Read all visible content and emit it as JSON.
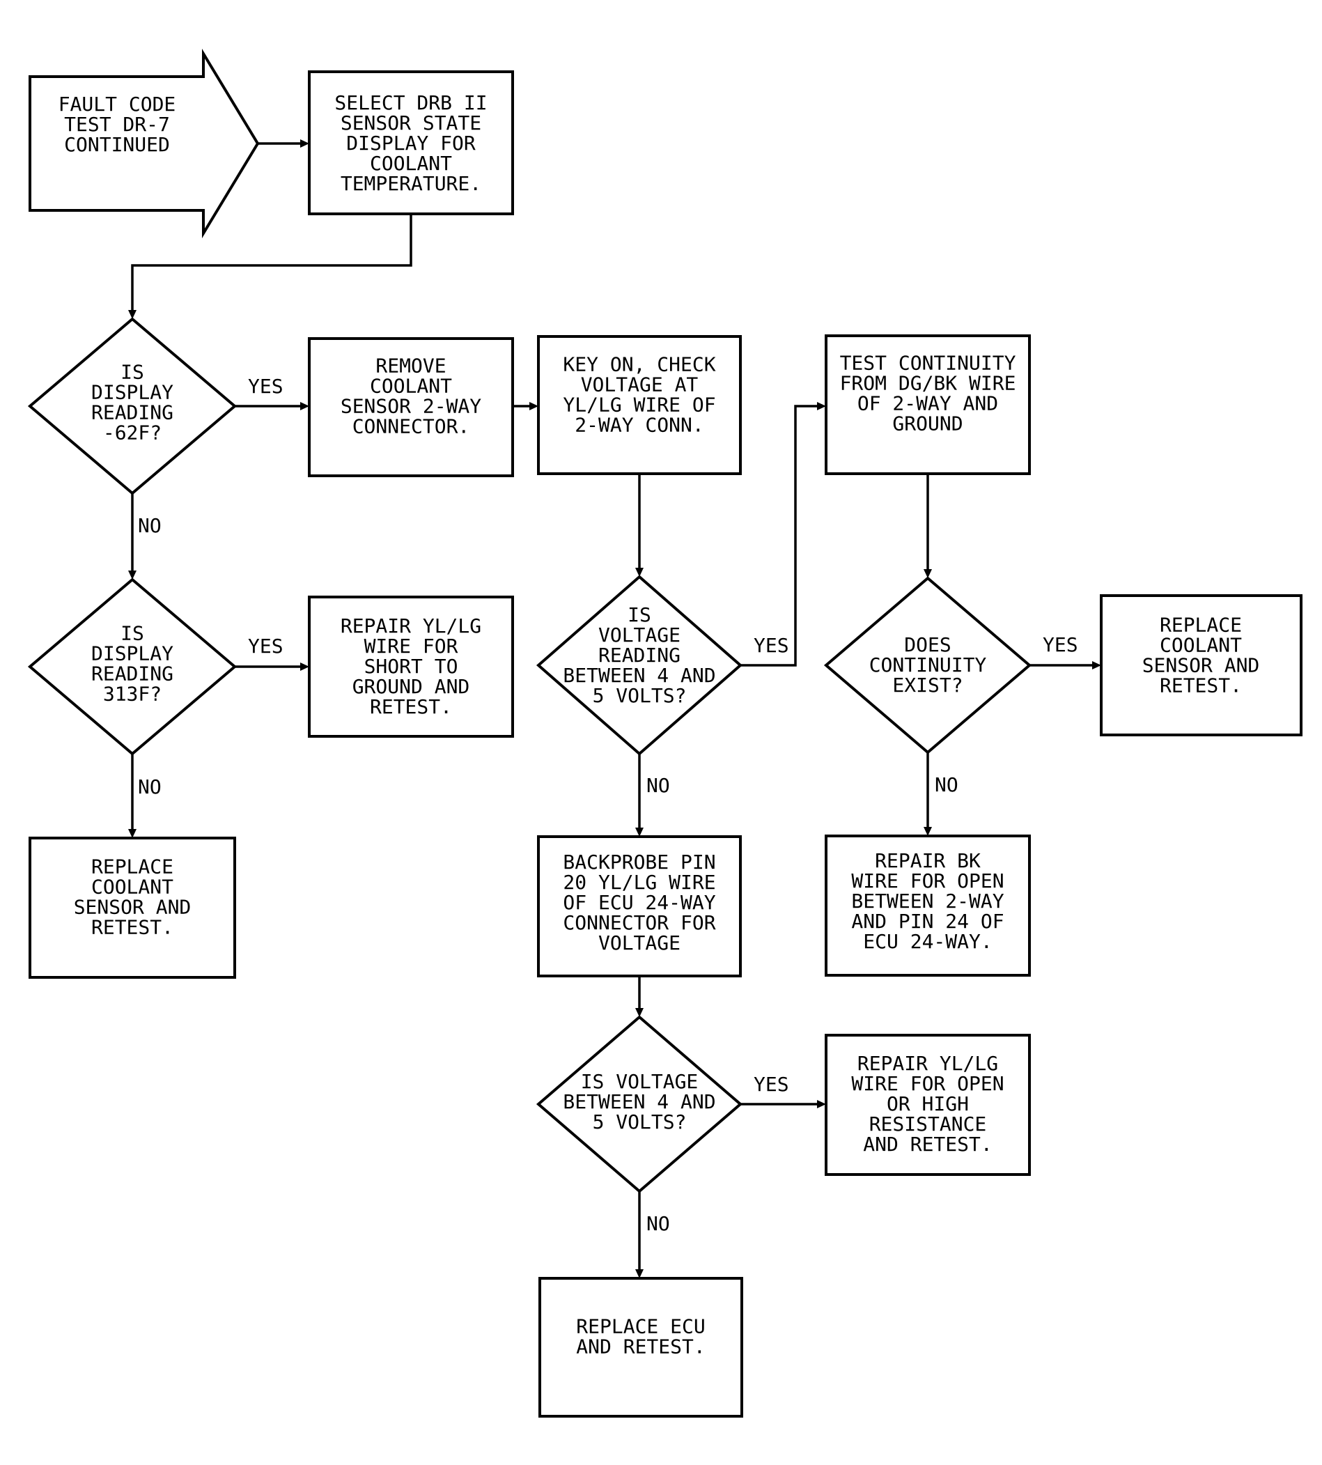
{
  "nodes": {
    "start": {
      "lines": [
        "FAULT CODE",
        "TEST DR-7",
        "CONTINUED"
      ]
    },
    "select_drb": {
      "lines": [
        "SELECT DRB II",
        "SENSOR STATE",
        "DISPLAY FOR",
        "COOLANT",
        "TEMPERATURE."
      ]
    },
    "q_62f": {
      "lines": [
        "IS",
        "DISPLAY",
        "READING",
        "-62F?"
      ]
    },
    "remove_coolant": {
      "lines": [
        "REMOVE",
        "COOLANT",
        "SENSOR 2-WAY",
        "CONNECTOR."
      ]
    },
    "key_on": {
      "lines": [
        "KEY ON, CHECK",
        "VOLTAGE AT",
        "YL/LG WIRE OF",
        "2-WAY CONN."
      ]
    },
    "test_continuity": {
      "lines": [
        "TEST CONTINUITY",
        "FROM DG/BK WIRE",
        "OF 2-WAY AND",
        "GROUND"
      ]
    },
    "q_313f": {
      "lines": [
        "IS",
        "DISPLAY",
        "READING",
        "313F?"
      ]
    },
    "repair_short": {
      "lines": [
        "REPAIR YL/LG",
        "WIRE FOR",
        "SHORT TO",
        "GROUND AND",
        "RETEST."
      ]
    },
    "q_voltage_1": {
      "lines": [
        "IS",
        "VOLTAGE",
        "READING",
        "BETWEEN 4 AND",
        "5 VOLTS?"
      ]
    },
    "q_continuity": {
      "lines": [
        "DOES",
        "CONTINUITY",
        "EXIST?"
      ]
    },
    "replace_sensor_right": {
      "lines": [
        "REPLACE",
        "COOLANT",
        "SENSOR AND",
        "RETEST."
      ]
    },
    "replace_sensor_left": {
      "lines": [
        "REPLACE",
        "COOLANT",
        "SENSOR AND",
        "RETEST."
      ]
    },
    "backprobe": {
      "lines": [
        "BACKPROBE PIN",
        "20 YL/LG WIRE",
        "OF ECU 24-WAY",
        "CONNECTOR FOR",
        "VOLTAGE"
      ]
    },
    "repair_bk": {
      "lines": [
        "REPAIR BK",
        "WIRE FOR OPEN",
        "BETWEEN 2-WAY",
        "AND PIN 24 OF",
        "ECU 24-WAY."
      ]
    },
    "q_voltage_2": {
      "lines": [
        "IS VOLTAGE",
        "BETWEEN 4 AND",
        "5 VOLTS?"
      ]
    },
    "repair_open": {
      "lines": [
        "REPAIR YL/LG",
        "WIRE FOR OPEN",
        "OR HIGH",
        "RESISTANCE",
        "AND RETEST."
      ]
    },
    "replace_ecu": {
      "lines": [
        "REPLACE ECU",
        "AND RETEST."
      ]
    }
  },
  "edges": {
    "q_62f_yes": "YES",
    "q_62f_no": "NO",
    "q_313f_yes": "YES",
    "q_313f_no": "NO",
    "q_voltage_1_yes": "YES",
    "q_voltage_1_no": "NO",
    "q_continuity_yes": "YES",
    "q_continuity_no": "NO",
    "q_voltage_2_yes": "YES",
    "q_voltage_2_no": "NO"
  }
}
